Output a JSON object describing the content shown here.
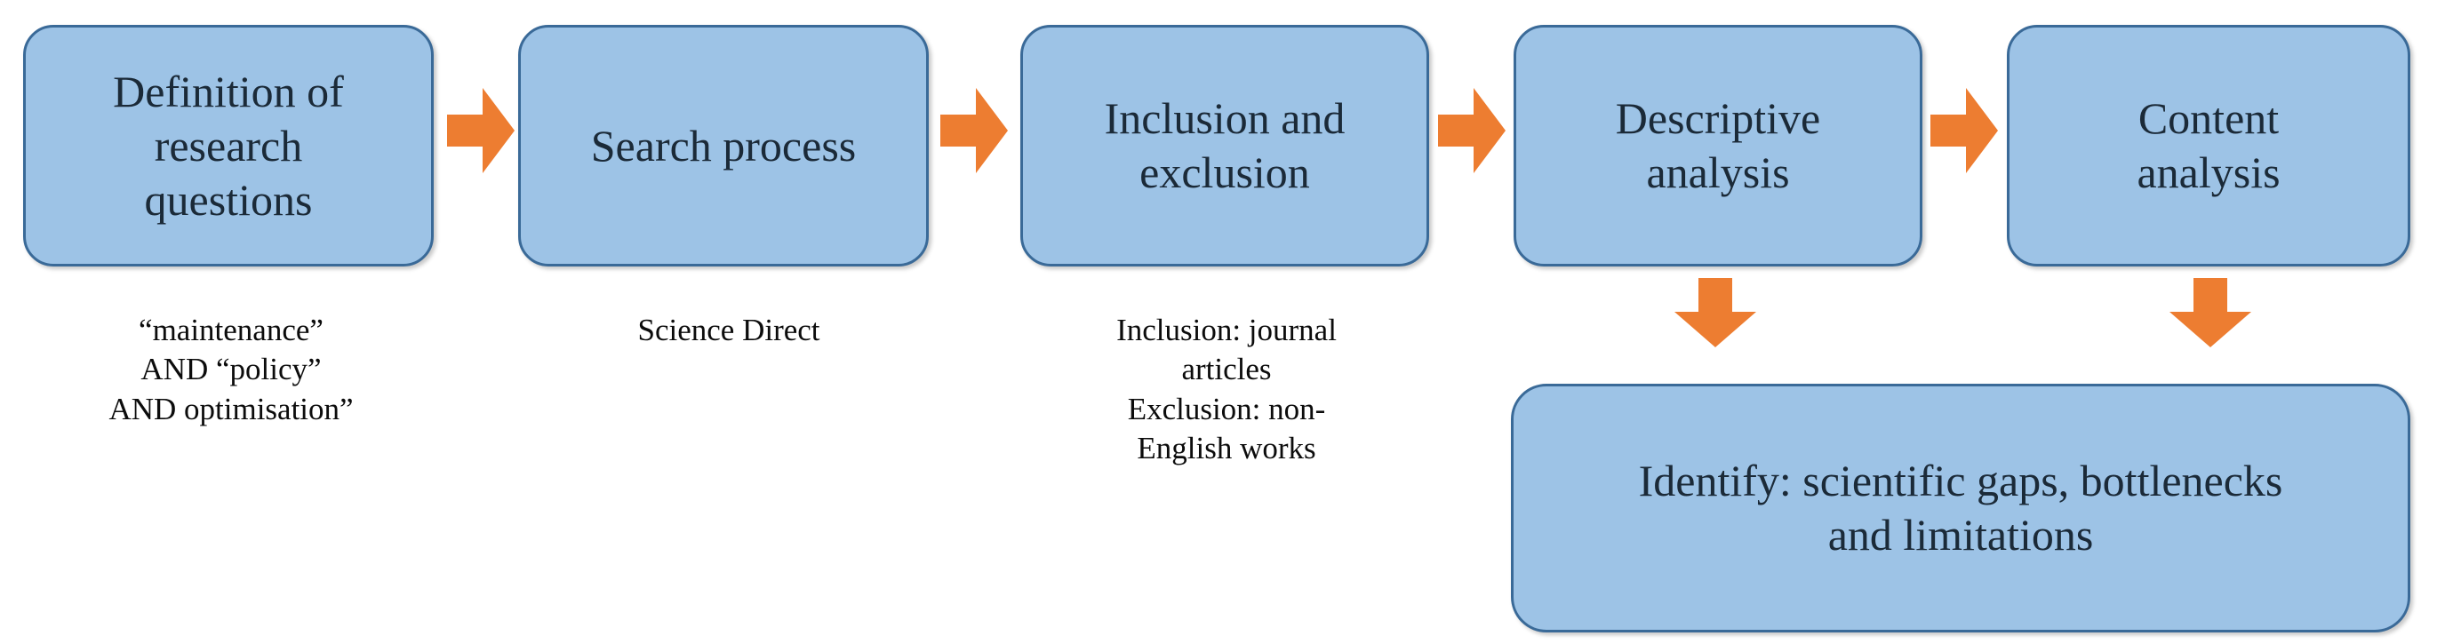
{
  "diagram": {
    "title": "Systematic literature review methodology flowchart",
    "colors": {
      "box_fill": "#9DC3E6",
      "box_border": "#3A6A98",
      "arrow": "#ED7D31",
      "text": "#1B2A38",
      "caption_text": "#0C0C0C",
      "background": "#FFFFFF"
    },
    "steps": [
      {
        "id": "step-1",
        "label": "Definition of\nresearch\nquestions",
        "caption": "“maintenance”\nAND  “policy”\nAND  optimisation”"
      },
      {
        "id": "step-2",
        "label": "Search process",
        "caption": "Science Direct"
      },
      {
        "id": "step-3",
        "label": "Inclusion and\nexclusion",
        "caption": "Inclusion: journal\narticles\nExclusion: non-\nEnglish works"
      },
      {
        "id": "step-4",
        "label": "Descriptive\nanalysis",
        "caption": ""
      },
      {
        "id": "step-5",
        "label": "Content\nanalysis",
        "caption": ""
      }
    ],
    "outcome": {
      "id": "outcome",
      "label": "Identify: scientific gaps, bottlenecks\nand limitations"
    },
    "connectors": [
      {
        "id": "connector-1",
        "icon": "arrow-right-icon",
        "from": "step-1",
        "to": "step-2"
      },
      {
        "id": "connector-2",
        "icon": "arrow-right-icon",
        "from": "step-2",
        "to": "step-3"
      },
      {
        "id": "connector-3",
        "icon": "arrow-right-icon",
        "from": "step-3",
        "to": "step-4"
      },
      {
        "id": "connector-4",
        "icon": "arrow-right-icon",
        "from": "step-4",
        "to": "step-5"
      },
      {
        "id": "connector-5",
        "icon": "arrow-down-icon",
        "from": "step-4",
        "to": "outcome"
      },
      {
        "id": "connector-6",
        "icon": "arrow-down-icon",
        "from": "step-5",
        "to": "outcome"
      }
    ]
  }
}
